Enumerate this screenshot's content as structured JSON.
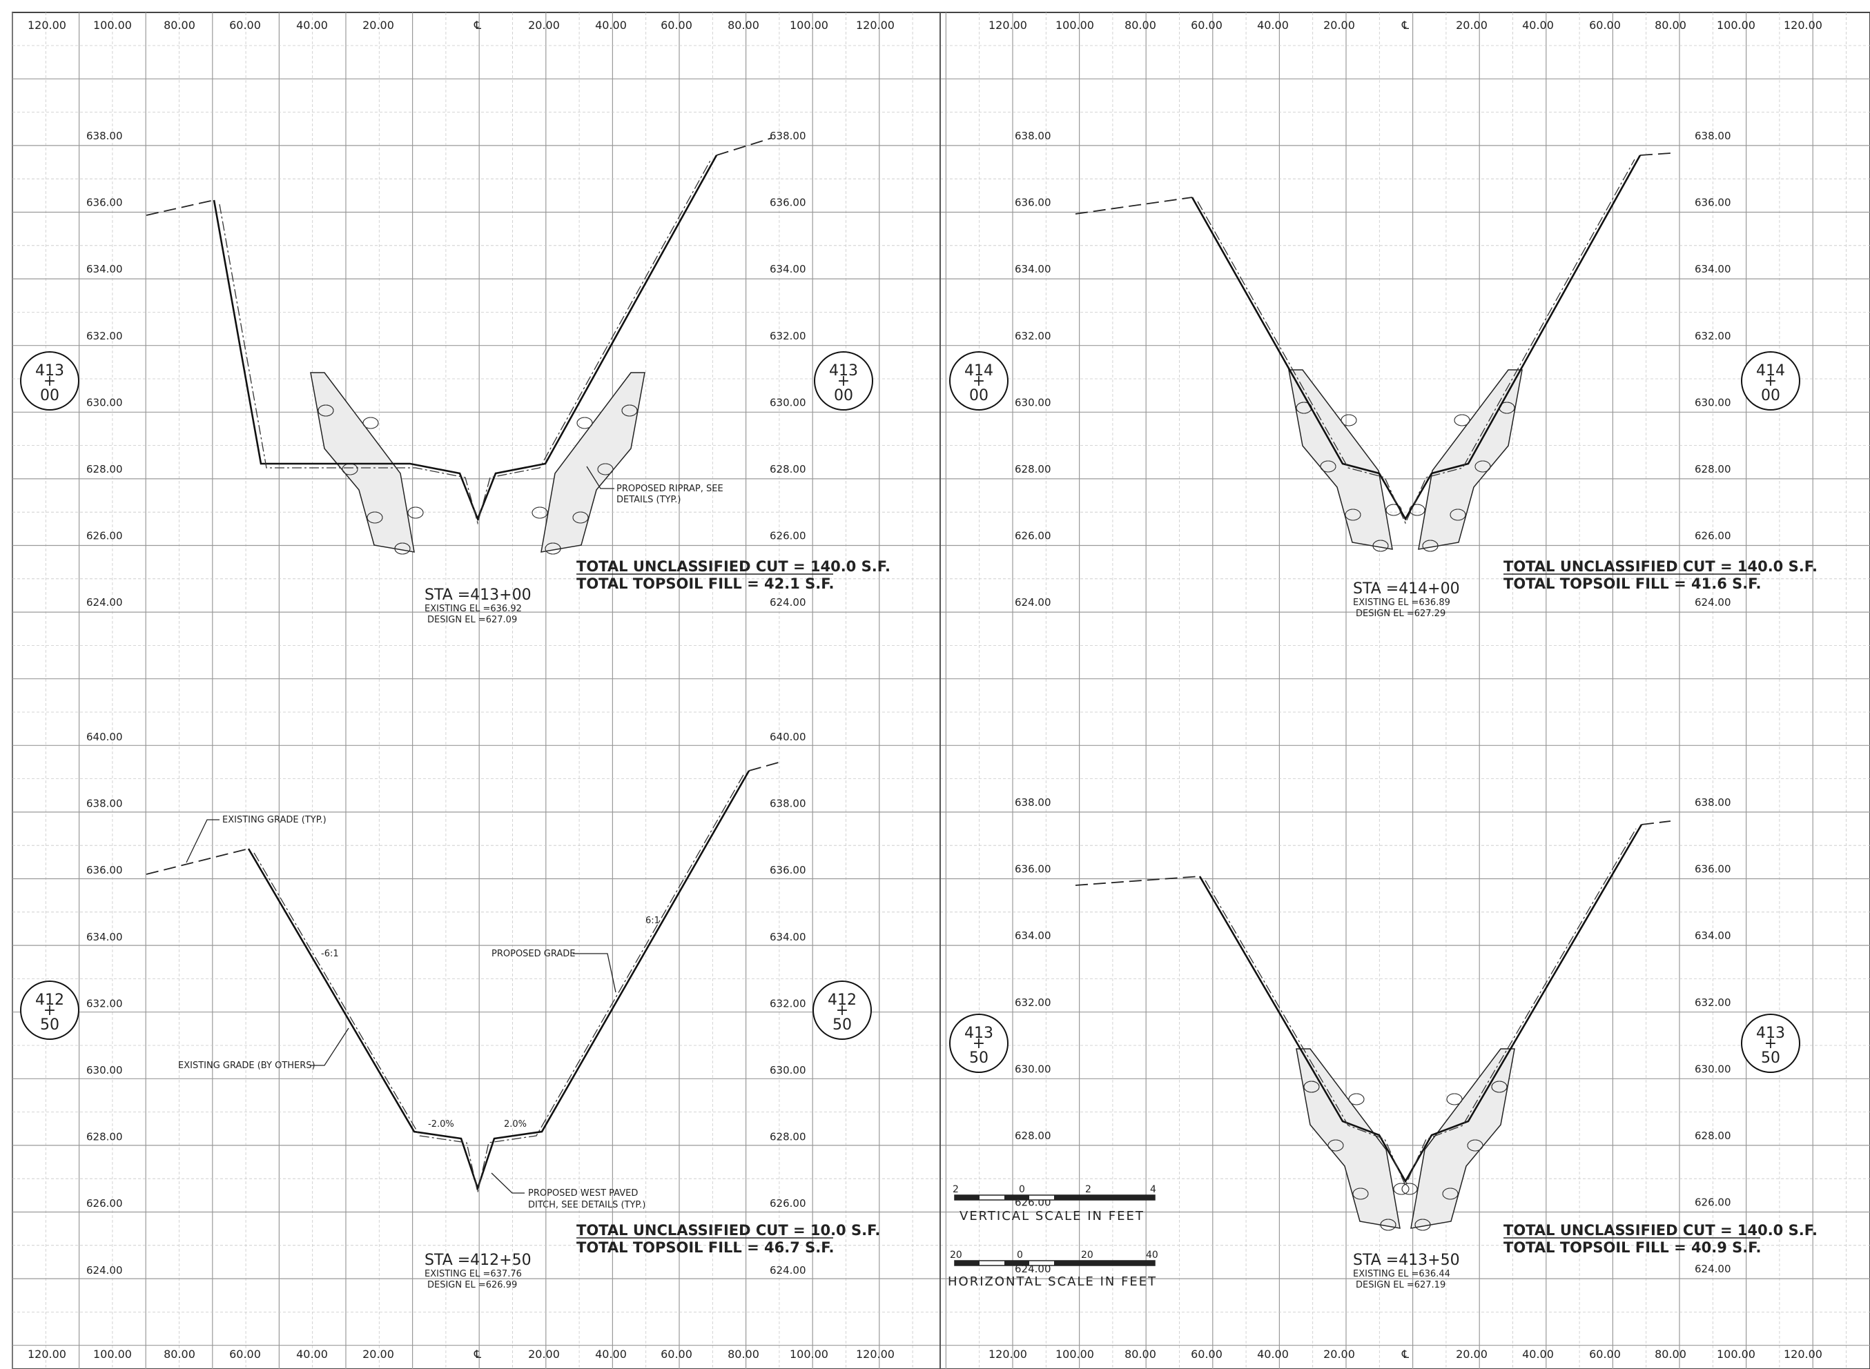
{
  "x_axis": {
    "left_labels": [
      "120.00",
      "100.00",
      "80.00",
      "60.00",
      "40.00",
      "20.00",
      "℄",
      "20.00",
      "40.00",
      "60.00",
      "80.00",
      "100.00",
      "120.00"
    ],
    "right_labels": [
      "120.00",
      "100.00",
      "80.00",
      "60.00",
      "40.00",
      "20.00",
      "℄",
      "20.00",
      "40.00",
      "60.00",
      "80.00",
      "100.00",
      "120.00"
    ]
  },
  "sections": [
    {
      "id": "sta-413-00",
      "badge": {
        "top": "413",
        "bottom": "00"
      },
      "elev_labels": [
        "638.00",
        "636.00",
        "634.00",
        "632.00",
        "630.00",
        "628.00",
        "626.00",
        "624.00"
      ],
      "sta": "STA =413+00",
      "existing_el": "EXISTING EL =636.92",
      "design_el": "DESIGN EL =627.09",
      "total_cut": "TOTAL UNCLASSIFIED CUT = 140.0 S.F.",
      "total_fill": "TOTAL TOPSOIL FILL = 42.1 S.F.",
      "notes": [
        "PROPOSED RIPRAP, SEE",
        "DETAILS (TYP.)"
      ]
    },
    {
      "id": "sta-414-00",
      "badge": {
        "top": "414",
        "bottom": "00"
      },
      "elev_labels": [
        "638.00",
        "636.00",
        "634.00",
        "632.00",
        "630.00",
        "628.00",
        "626.00",
        "624.00"
      ],
      "sta": "STA =414+00",
      "existing_el": "EXISTING EL =636.89",
      "design_el": "DESIGN EL =627.29",
      "total_cut": "TOTAL UNCLASSIFIED CUT = 140.0 S.F.",
      "total_fill": "TOTAL TOPSOIL FILL = 41.6 S.F."
    },
    {
      "id": "sta-412-50",
      "badge": {
        "top": "412",
        "bottom": "50"
      },
      "elev_labels": [
        "640.00",
        "638.00",
        "636.00",
        "634.00",
        "632.00",
        "630.00",
        "628.00",
        "626.00",
        "624.00"
      ],
      "sta": "STA =412+50",
      "existing_el": "EXISTING EL =637.76",
      "design_el": "DESIGN EL =626.99",
      "total_cut": "TOTAL UNCLASSIFIED CUT = 10.0 S.F.",
      "total_fill": "TOTAL TOPSOIL FILL = 46.7 S.F.",
      "notes": [
        "EXISTING GRADE (TYP.)",
        "PROPOSED GRADE",
        "EXISTING GRADE (BY OTHERS)",
        "PROPOSED WEST PAVED",
        "DITCH, SEE DETAILS (TYP.)",
        "-2.0%",
        "2.0%",
        "6:1",
        "-6:1"
      ]
    },
    {
      "id": "sta-413-50",
      "badge": {
        "top": "413",
        "bottom": "50"
      },
      "elev_labels": [
        "638.00",
        "636.00",
        "634.00",
        "632.00",
        "630.00",
        "628.00",
        "626.00",
        "624.00"
      ],
      "sta": "STA =413+50",
      "existing_el": "EXISTING EL =636.44",
      "design_el": "DESIGN EL =627.19",
      "total_cut": "TOTAL UNCLASSIFIED CUT = 140.0 S.F.",
      "total_fill": "TOTAL TOPSOIL FILL = 40.9 S.F."
    }
  ],
  "scales": {
    "vertical": {
      "caption": "VERTICAL SCALE IN FEET",
      "ticks": [
        "2",
        "0",
        "2",
        "4"
      ]
    },
    "horizontal": {
      "caption": "HORIZONTAL SCALE IN FEET",
      "ticks": [
        "20",
        "0",
        "20",
        "40"
      ]
    }
  }
}
